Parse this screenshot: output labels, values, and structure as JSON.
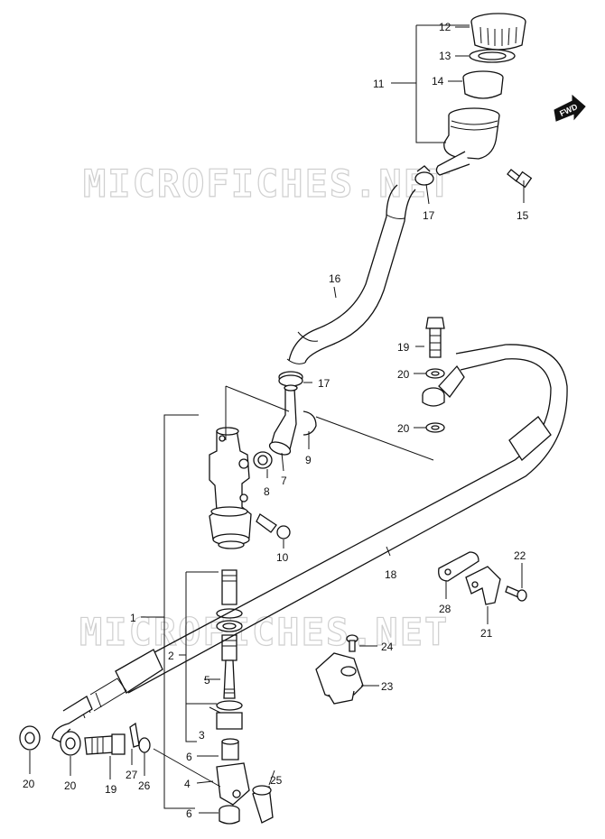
{
  "watermark": [
    "MICROFICHES.NET",
    "MICROFICHES.NET"
  ],
  "fwd_label": "FWD",
  "callouts": {
    "c1": "1",
    "c2": "2",
    "c3": "3",
    "c4": "4",
    "c5": "5",
    "c6a": "6",
    "c6b": "6",
    "c7": "7",
    "c8": "8",
    "c9": "9",
    "c10": "10",
    "c11": "11",
    "c12": "12",
    "c13": "13",
    "c14": "14",
    "c15": "15",
    "c16": "16",
    "c17a": "17",
    "c17b": "17",
    "c18": "18",
    "c19a": "19",
    "c19b": "19",
    "c20a": "20",
    "c20b": "20",
    "c20c": "20",
    "c20d": "20",
    "c21": "21",
    "c22": "22",
    "c23": "23",
    "c24": "24",
    "c25": "25",
    "c26": "26",
    "c27": "27",
    "c28": "28"
  }
}
